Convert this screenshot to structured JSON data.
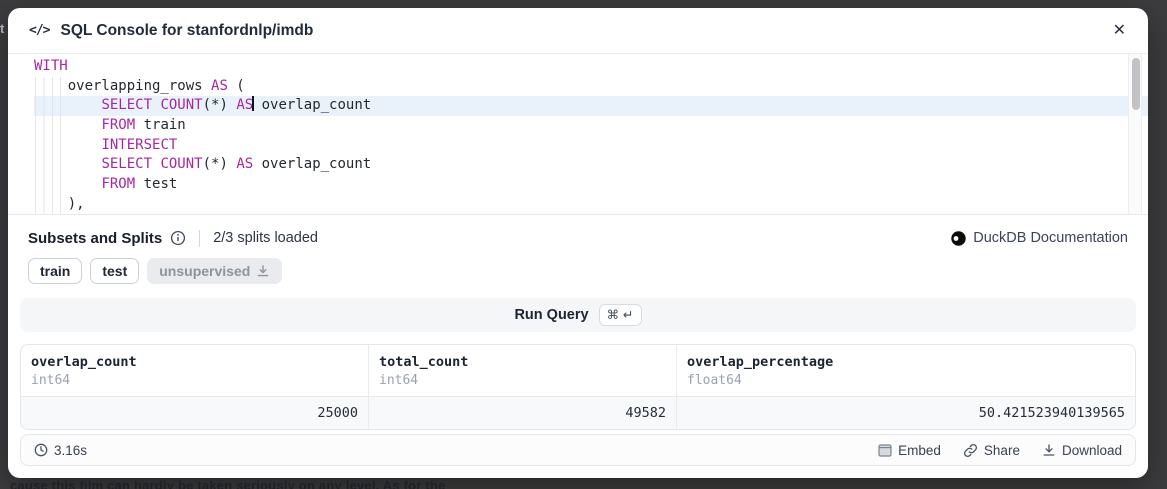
{
  "dialog": {
    "title": "SQL Console for stanfordnlp/imdb",
    "close_label": "✕"
  },
  "editor": {
    "keyword_color": "#a626a4",
    "text_color": "#24292e",
    "active_line_bg": "#e9f2fb",
    "lines": [
      {
        "active": false,
        "tokens": [
          [
            "kw",
            "WITH"
          ]
        ]
      },
      {
        "active": false,
        "tokens": [
          [
            "p",
            "    overlapping_rows "
          ],
          [
            "kw",
            "AS"
          ],
          [
            "p",
            " ("
          ]
        ]
      },
      {
        "active": true,
        "tokens": [
          [
            "p",
            "        "
          ],
          [
            "kw",
            "SELECT"
          ],
          [
            "p",
            " "
          ],
          [
            "kw",
            "COUNT"
          ],
          [
            "p",
            "(*) "
          ],
          [
            "kw",
            "AS"
          ],
          [
            "cursor",
            ""
          ],
          [
            "p",
            " overlap_count"
          ]
        ]
      },
      {
        "active": false,
        "tokens": [
          [
            "p",
            "        "
          ],
          [
            "kw",
            "FROM"
          ],
          [
            "p",
            " train"
          ]
        ]
      },
      {
        "active": false,
        "tokens": [
          [
            "p",
            "        "
          ],
          [
            "kw",
            "INTERSECT"
          ]
        ]
      },
      {
        "active": false,
        "tokens": [
          [
            "p",
            "        "
          ],
          [
            "kw",
            "SELECT"
          ],
          [
            "p",
            " "
          ],
          [
            "kw",
            "COUNT"
          ],
          [
            "p",
            "(*) "
          ],
          [
            "kw",
            "AS"
          ],
          [
            "p",
            " overlap_count"
          ]
        ]
      },
      {
        "active": false,
        "tokens": [
          [
            "p",
            "        "
          ],
          [
            "kw",
            "FROM"
          ],
          [
            "p",
            " test"
          ]
        ]
      },
      {
        "active": false,
        "tokens": [
          [
            "p",
            "    ),"
          ]
        ]
      }
    ]
  },
  "subsets": {
    "label": "Subsets and Splits",
    "status": "2/3 splits loaded",
    "doc_link": "DuckDB Documentation",
    "splits": [
      {
        "name": "train",
        "loaded": true
      },
      {
        "name": "test",
        "loaded": true
      },
      {
        "name": "unsupervised",
        "loaded": false
      }
    ]
  },
  "run": {
    "label": "Run Query",
    "kbd": "⌘ ↵"
  },
  "results": {
    "columns": [
      {
        "name": "overlap_count",
        "type": "int64",
        "value": "25000"
      },
      {
        "name": "total_count",
        "type": "int64",
        "value": "49582"
      },
      {
        "name": "overlap_percentage",
        "type": "float64",
        "value": "50.421523940139565"
      }
    ],
    "duration": "3.16s",
    "actions": {
      "embed": "Embed",
      "share": "Share",
      "download": "Download"
    }
  },
  "background": {
    "bottom_text": "cause this film can hardly be taken seriously on any level. As for the",
    "left_fragment": "t"
  }
}
